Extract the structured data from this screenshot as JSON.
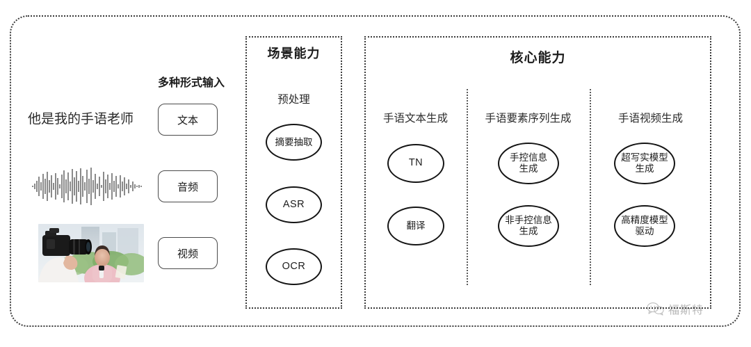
{
  "diagram": {
    "title_hidden": "",
    "left_column": {
      "heading": "多种形式输入",
      "sample_sentence": "他是我的手语老师",
      "modalities": [
        {
          "label": "文本",
          "visual": "text-sentence"
        },
        {
          "label": "音频",
          "visual": "audio-waveform"
        },
        {
          "label": "视频",
          "visual": "video-thumbnail"
        }
      ]
    },
    "scene_panel": {
      "title": "场景能力",
      "group_label": "预处理",
      "nodes": [
        {
          "label": "摘要抽取"
        },
        {
          "label": "ASR"
        },
        {
          "label": "OCR"
        }
      ]
    },
    "core_panel": {
      "title": "核心能力",
      "columns": [
        {
          "label": "手语文本生成",
          "nodes": [
            {
              "line1": "TN",
              "line2": ""
            },
            {
              "line1": "翻译",
              "line2": ""
            }
          ]
        },
        {
          "label": "手语要素序列生成",
          "nodes": [
            {
              "line1": "手控信息",
              "line2": "生成"
            },
            {
              "line1": "非手控信息",
              "line2": "生成"
            }
          ]
        },
        {
          "label": "手语视频生成",
          "nodes": [
            {
              "line1": "超写实模型",
              "line2": "生成"
            },
            {
              "line1": "高精度模型",
              "line2": "驱动"
            }
          ]
        }
      ]
    },
    "watermark": {
      "text": "福斯特",
      "icon": "wechat-icon"
    },
    "colors": {
      "background": "#ffffff",
      "border_dotted": "#3a3a3a",
      "ellipse_stroke": "#141414",
      "text_primary": "#1c1c1c",
      "text_secondary": "#2b2b2b",
      "watermark": "#555555"
    }
  }
}
